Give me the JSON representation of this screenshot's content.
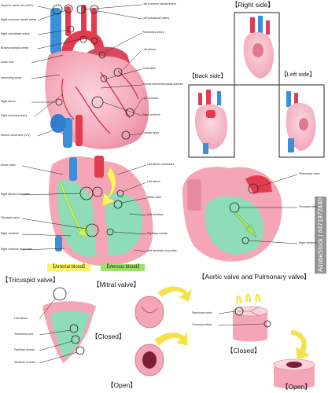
{
  "colors": {
    "heart_pink": "#f4a6b7",
    "heart_dark": "#e0788f",
    "aorta_red": "#e23b4e",
    "vein_blue": "#3b8fd9",
    "valve_green": "#7fdcb0",
    "arterial_yellow": "#fff36b",
    "venous_green": "#9fe06a",
    "flow_yellow": "#f3e24a"
  },
  "main_heart": {
    "left_labels": [
      "Superior caval vein (SVC)",
      "Right common carotid artery",
      "Right subclavian artery",
      "Brachiocephalic artery",
      "Aortic arch",
      "Ascending aorta",
      "Right atrium",
      "Right coronary artery",
      "Inferior caval vein (IVC)"
    ],
    "right_labels": [
      "Left common carotid artery",
      "Left subclavian artery",
      "Pulmonary artery",
      "Left atrium",
      "Circumflex",
      "Ramus interventricularis anterior",
      "Left ventricle",
      "Right ventricle",
      "Cardiac apex"
    ]
  },
  "views": {
    "right_side": "【Right side】",
    "back_side": "【Back side】",
    "left_side": "【Left side】"
  },
  "section_heart": {
    "left_labels": [
      "Aortic valve",
      "Right atrium musculars",
      "Tricuspid valve",
      "Right ventricle",
      "Right ventricle musculars"
    ],
    "right_labels": [
      "Left atrium musculars",
      "Left atrium",
      "Mitral valve",
      "Left ventricle",
      "Papillary muscle",
      "Left ventricle musculars"
    ],
    "arterial_tag": "【Arterial blood】",
    "venous_tag": "【Venous blood】"
  },
  "pulmonary_section": {
    "labels": [
      "Pulmonary valve",
      "Tricuspid valve",
      "Right ventricle"
    ]
  },
  "headings": {
    "tricuspid": "【Tricuspid valve】",
    "mitral": "【Mitral valve】",
    "aortic_pulmonary": "【Aortic valve and Pulmonary valve】"
  },
  "tricuspid_detail": {
    "labels": [
      "Left atrium",
      "Tendinous cord",
      "Papillary muscle",
      "Ventricle of heart"
    ]
  },
  "mitral_states": {
    "closed": "【Closed】",
    "open": "【Open】"
  },
  "semilunar_detail": {
    "labels": [
      "Semilunar valve",
      "Coronary artery"
    ],
    "closed": "【Closed】",
    "open": "【Open】"
  },
  "watermark": "AdobeStock | #471972440"
}
